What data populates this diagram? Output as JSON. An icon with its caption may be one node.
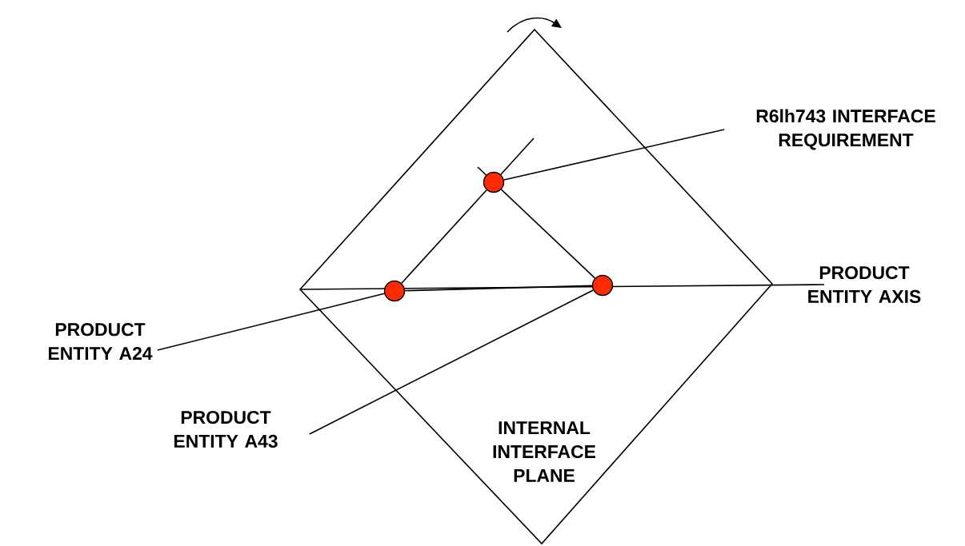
{
  "diagram": {
    "nodes": [
      {
        "text": [
          "INTERNAL INTERFACE PLANE"
        ]
      },
      {
        "text": [],
        "shape": "circle",
        "in": 0
      },
      {
        "text": [],
        "shape": "circle",
        "in": 0
      },
      {
        "text": [],
        "shape": "circle",
        "in": 0
      },
      {
        "text": [
          "R6lh743 INTERFACE REQUIREMENT"
        ]
      },
      {
        "text": [
          "PRODUCT ENTITY A24"
        ]
      },
      {
        "text": [
          "PRODUCT ENTITY A43"
        ]
      }
    ],
    "edges": [
      {
        "from": 2,
        "to": 1,
        "arrow": "none"
      },
      {
        "from": 1,
        "to": 3,
        "arrow": "none"
      },
      {
        "from": 2,
        "to": 3,
        "arrow": "none"
      },
      {
        "from": 4,
        "to": 1,
        "arrow": "none"
      },
      {
        "from": 5,
        "to": 2,
        "arrow": "none"
      },
      {
        "from": 6,
        "to": 3,
        "arrow": "none"
      }
    ],
    "labels": [
      "PRODUCT ENTITY AXIS"
    ]
  }
}
